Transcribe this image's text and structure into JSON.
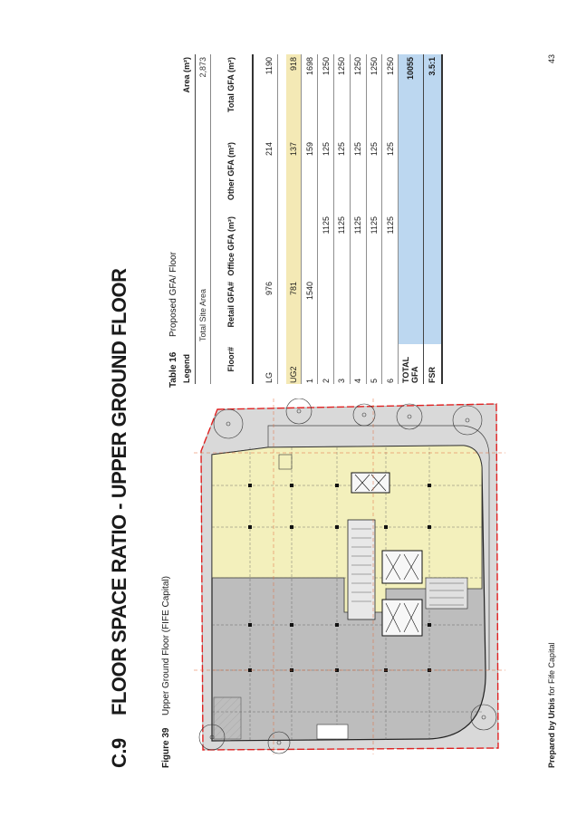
{
  "section": {
    "number": "C.9",
    "title": "FLOOR SPACE RATIO - UPPER GROUND FLOOR"
  },
  "figure": {
    "label": "Figure 39",
    "caption": "Upper Ground Floor (FIFE Capital)"
  },
  "table": {
    "label": "Table 16",
    "caption": "Proposed GFA/ Floor",
    "legend_label": "Legend",
    "area_header": "Area (m²)",
    "site_area_label": "Total Site Area",
    "site_area_value": "2,873",
    "columns": [
      "Floor#",
      "Retail GFA#",
      "Office GFA (m²)",
      "Other GFA (m²)",
      "Total GFA (m²)"
    ],
    "rows": [
      {
        "floor": "LG",
        "retail": "976",
        "office": "",
        "other": "214",
        "total": "1190",
        "highlight": false
      },
      {
        "floor": "UG2",
        "retail": "781",
        "office": "",
        "other": "137",
        "total": "918",
        "highlight": true
      },
      {
        "floor": "1",
        "retail": "1540",
        "office": "",
        "other": "159",
        "total": "1698",
        "highlight": false
      },
      {
        "floor": "2",
        "retail": "",
        "office": "1125",
        "other": "125",
        "total": "1250",
        "highlight": false
      },
      {
        "floor": "3",
        "retail": "",
        "office": "1125",
        "other": "125",
        "total": "1250",
        "highlight": false
      },
      {
        "floor": "4",
        "retail": "",
        "office": "1125",
        "other": "125",
        "total": "1250",
        "highlight": false
      },
      {
        "floor": "5",
        "retail": "",
        "office": "1125",
        "other": "125",
        "total": "1250",
        "highlight": false
      },
      {
        "floor": "6",
        "retail": "",
        "office": "1125",
        "other": "125",
        "total": "1250",
        "highlight": false
      }
    ],
    "total_label": "TOTAL GFA",
    "total_value": "10055",
    "fsr_label": "FSR",
    "fsr_value": "3.5:1"
  },
  "footer": {
    "prepared_by": "Prepared by Urbis",
    "for_client": "for Fife Capital",
    "page_number": "43"
  },
  "colors": {
    "highlight_row": "#f4e9b5",
    "total_cells": "#bcd7f0",
    "boundary_red": "#e02020",
    "paving_grey": "#b9b9b9",
    "retail_yellow": "#f3f0bc"
  }
}
